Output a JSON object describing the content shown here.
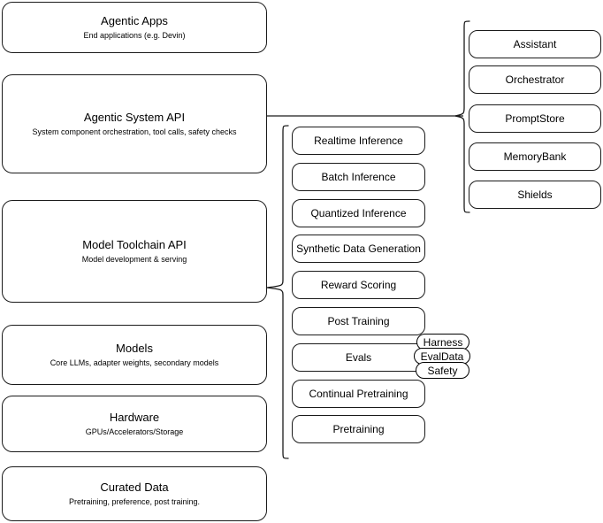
{
  "diagram": {
    "title": "AI Stack Layers Diagram",
    "stroke_color": "#1a1a1a",
    "background_color": "#ffffff",
    "layers": [
      {
        "title": "Agentic Apps",
        "subtitle": "End applications (e.g. Devin)"
      },
      {
        "title": "Agentic System API",
        "subtitle": "System component orchestration, tool calls, safety checks"
      },
      {
        "title": "Model Toolchain API",
        "subtitle": "Model development & serving"
      },
      {
        "title": "Models",
        "subtitle": "Core LLMs, adapter weights, secondary models"
      },
      {
        "title": "Hardware",
        "subtitle": "GPUs/Accelerators/Storage"
      },
      {
        "title": "Curated Data",
        "subtitle": "Pretraining, preference, post training."
      }
    ],
    "toolchain_components": [
      {
        "label": "Realtime Inference"
      },
      {
        "label": "Batch Inference"
      },
      {
        "label": "Quantized Inference"
      },
      {
        "label": "Synthetic Data Generation"
      },
      {
        "label": "Reward Scoring"
      },
      {
        "label": "Post Training"
      },
      {
        "label": "Evals"
      },
      {
        "label": "Continual Pretraining"
      },
      {
        "label": "Pretraining"
      }
    ],
    "agentic_components": [
      {
        "label": "Assistant"
      },
      {
        "label": "Orchestrator"
      },
      {
        "label": "PromptStore"
      },
      {
        "label": "MemoryBank"
      },
      {
        "label": "Shields"
      }
    ],
    "eval_subcomponents": [
      {
        "label": "Harness"
      },
      {
        "label": "EvalData"
      },
      {
        "label": "Safety"
      }
    ]
  }
}
